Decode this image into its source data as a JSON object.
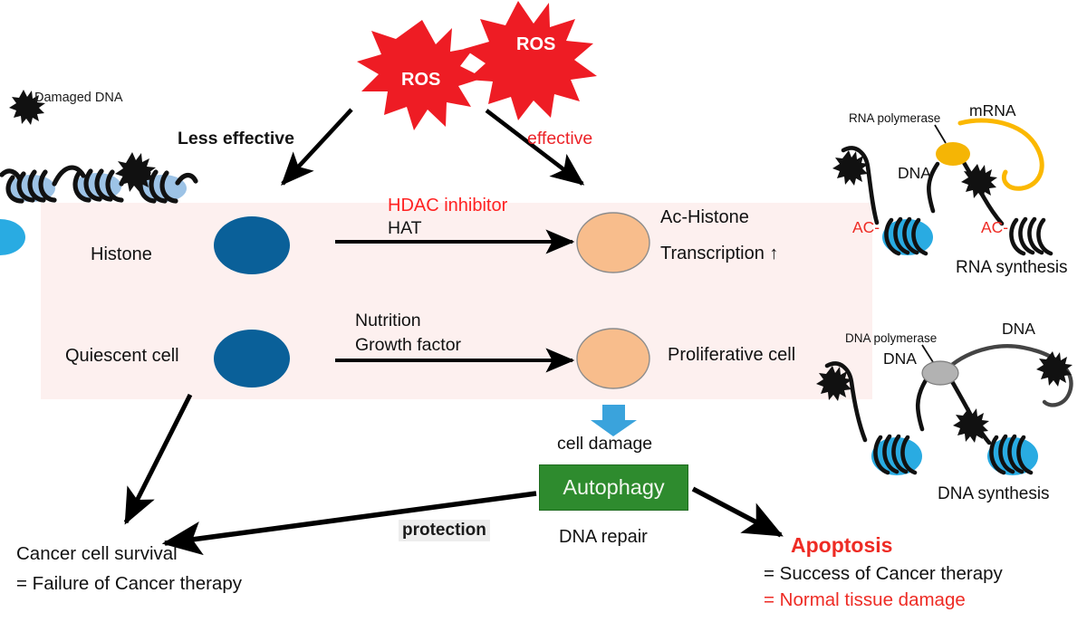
{
  "diagram": {
    "title": "ROS / HDAC inhibitor autophagy pathway diagram",
    "legend": {
      "damaged_dna": "Damaged DNA"
    },
    "ros": {
      "burst_1": "ROS",
      "burst_2": "ROS"
    },
    "branch_labels": {
      "left": "Less effective",
      "right": "effective"
    },
    "panel": {
      "row1": {
        "source_label": "Histone",
        "arrow_top_label": "HDAC inhibitor",
        "arrow_bottom_label": "HAT",
        "target_label_line1": "Ac-Histone",
        "target_label_line2": "Transcription ↑"
      },
      "row2": {
        "source_label": "Quiescent cell",
        "arrow_top_label": "Nutrition",
        "arrow_bottom_label": "Growth factor",
        "target_label": "Proliferative cell"
      }
    },
    "downstream": {
      "cell_damage": "cell damage",
      "autophagy": "Autophagy",
      "dna_repair": "DNA repair",
      "protection": "protection"
    },
    "outcomes": {
      "left_line1": "Cancer cell survival",
      "left_line2": "= Failure of Cancer therapy",
      "right_line1": "Apoptosis",
      "right_line2": "= Success of Cancer therapy",
      "right_line3": "= Normal tissue damage"
    },
    "rna_synthesis": {
      "polymerase": "RNA polymerase",
      "mrna": "mRNA",
      "dna": "DNA",
      "ac_left": "AC-",
      "ac_right": "AC-",
      "caption": "RNA synthesis"
    },
    "dna_synthesis": {
      "polymerase": "DNA polymerase",
      "dna_top": "DNA",
      "dna_left": "DNA",
      "caption": "DNA synthesis"
    },
    "colors": {
      "ros_red": "#ee1c24",
      "panel_pink": "#fdf0ef",
      "dark_blue_cell": "#0a6099",
      "peach_cell": "#f8bd8c",
      "autophagy_green": "#2e8b2e",
      "nucleosome_light_blue": "#9dc3e6",
      "nucleosome_bright_blue": "#29abe2",
      "rna_pol_yellow": "#f5b505",
      "dna_pol_gray": "#b2b2b2",
      "accent_red_text": "#ee2b24"
    }
  }
}
